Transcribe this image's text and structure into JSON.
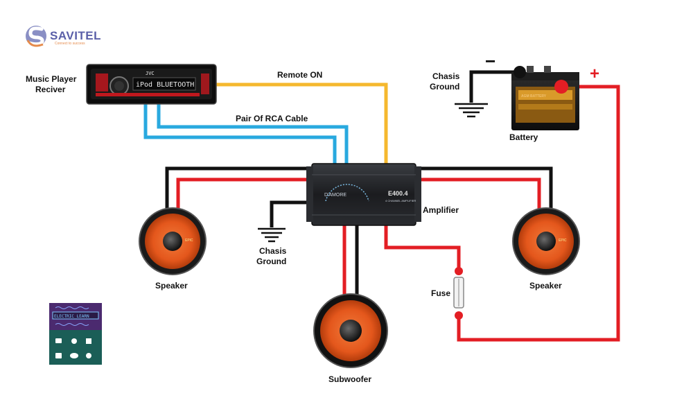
{
  "brand": {
    "name": "SAVITEL",
    "tagline": "Connect to success"
  },
  "head_unit": {
    "brand": "JVC",
    "display": "iPod BLUETOOTH"
  },
  "amplifier": {
    "brand": "D'AMORE",
    "model": "E400.4",
    "subtitle": "4 CHANNEL AMPLIFIER"
  },
  "speaker_badge": "EPIC",
  "labels": {
    "music_player": [
      "Music Player",
      "Reciver"
    ],
    "remote_on": "Remote ON",
    "rca": "Pair Of RCA Cable",
    "chasis_ground_top": [
      "Chasis",
      "Ground"
    ],
    "battery": "Battery",
    "amplifier": "Amplifier",
    "chasis_ground_mid": [
      "Chasis",
      "Ground"
    ],
    "speaker_left": "Speaker",
    "speaker_right": "Speaker",
    "subwoofer": "Subwoofer",
    "fuse": "Fuse",
    "minus": "−",
    "plus": "+"
  },
  "logo_box": {
    "title": "ELECTRIC LEARN"
  },
  "colors": {
    "wire_red": "#e31e24",
    "wire_black": "#111111",
    "wire_blue": "#29a9df",
    "wire_yellow": "#f5b82e",
    "speaker_cone": "#e4571c",
    "brand": "#5a5fa8",
    "logo_bg": "#1b5e57",
    "logo_header": "#4b2a6f"
  }
}
